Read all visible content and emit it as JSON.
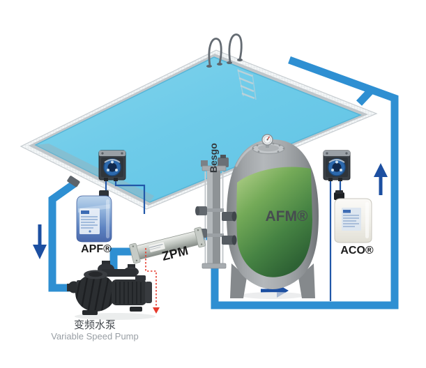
{
  "diagram": {
    "labels": {
      "apf": "APF®",
      "aco": "ACO®",
      "afm": "AFM®",
      "zpm": "ZPM",
      "besgo": "Besgo",
      "pump_cn": "变频水泵",
      "pump_en": "Variable Speed Pump"
    },
    "colors": {
      "pipe_blue": "#2e8fd2",
      "arrow_blue": "#1c4fa1",
      "dosing_tube_blue": "#2157a8",
      "backwash_red": "#e6392b",
      "water_blue": "#6ecbe9",
      "vessel_gray": "#9b9fa2",
      "media_green": "#4f8f45",
      "apf_liquid_blue": "#5b82c0",
      "aco_can_white": "#f2f1ec"
    },
    "flow_arrows": [
      {
        "id": "left-return-line",
        "direction": "down"
      },
      {
        "id": "filter-outlet-line",
        "direction": "right"
      },
      {
        "id": "pool-return-riser",
        "direction": "up"
      }
    ],
    "components": [
      "pool",
      "dosing-pump-left",
      "dosing-pump-right",
      "apf-canister",
      "aco-canister",
      "zpm-static-mixer",
      "besgo-backwash-valve",
      "afm-filter-vessel",
      "variable-speed-pump"
    ]
  }
}
